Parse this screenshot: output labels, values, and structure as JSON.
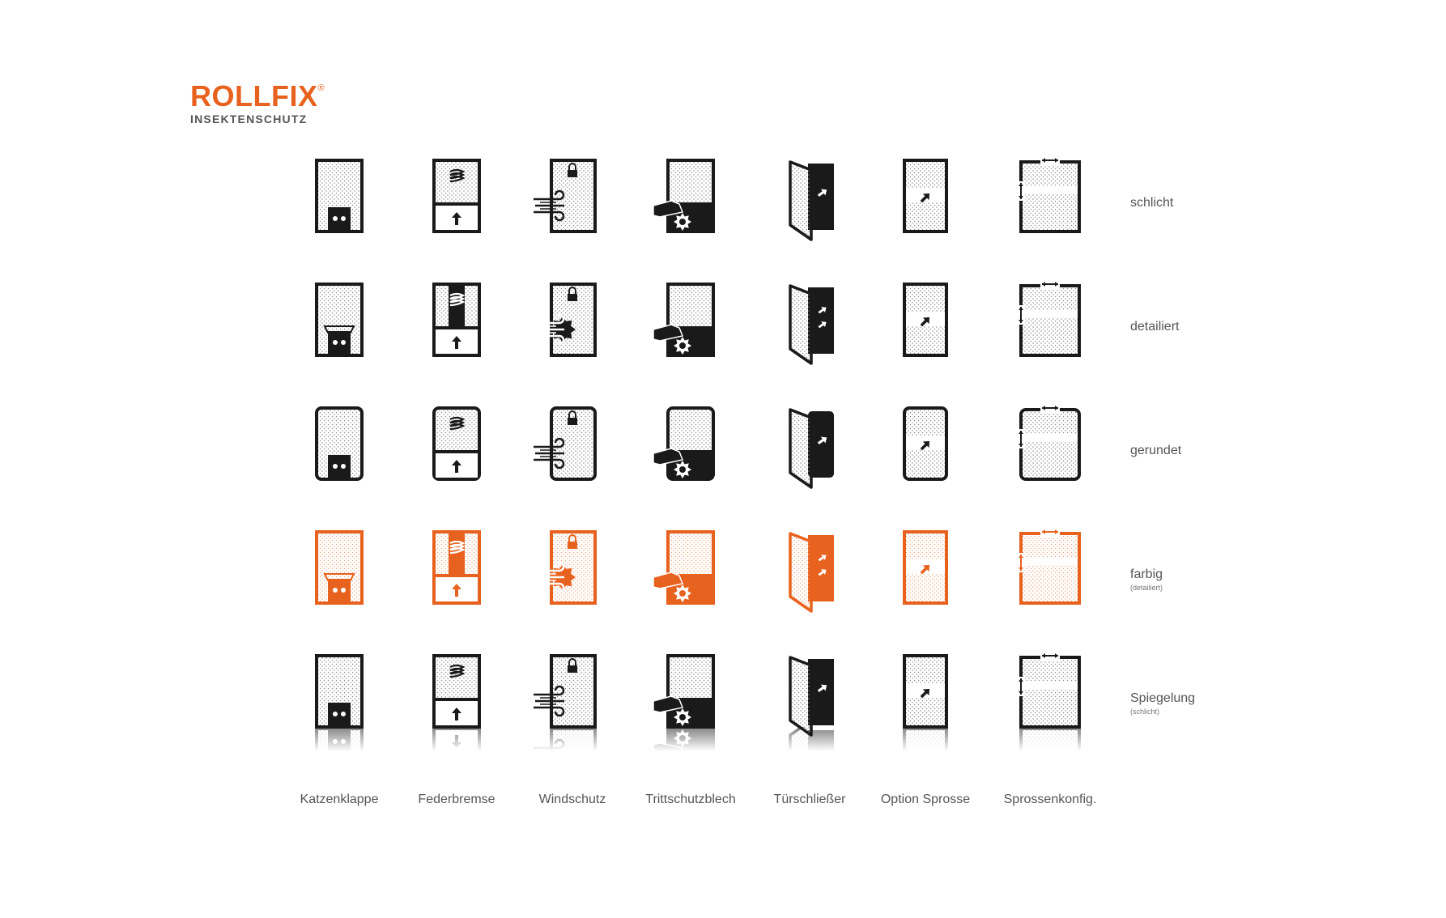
{
  "brand": {
    "name": "ROLLFIX",
    "registered": "®",
    "tagline": "INSEKTENSCHUTZ",
    "color": "#e8621f"
  },
  "columns": [
    {
      "label": "Katzenklappe",
      "icon": "cat-flap-icon"
    },
    {
      "label": "Federbremse",
      "icon": "spring-brake-icon"
    },
    {
      "label": "Windschutz",
      "icon": "wind-protection-icon"
    },
    {
      "label": "Trittschutzblech",
      "icon": "kick-plate-icon"
    },
    {
      "label": "Türschließer",
      "icon": "door-closer-icon"
    },
    {
      "label": "Option Sprosse",
      "icon": "crossbar-option-icon"
    },
    {
      "label": "Sprossenkonfig.",
      "icon": "crossbar-config-icon"
    }
  ],
  "rows": [
    {
      "label": "schlicht",
      "sub": "",
      "style": "plain"
    },
    {
      "label": "detailiert",
      "sub": "",
      "style": "detailed"
    },
    {
      "label": "gerundet",
      "sub": "",
      "style": "rounded"
    },
    {
      "label": "farbig",
      "sub": "(detailiert)",
      "style": "colored"
    },
    {
      "label": "Spiegelung",
      "sub": "(schlicht)",
      "style": "reflection"
    }
  ],
  "colors": {
    "ink": "#1a1a1a",
    "accent": "#e8621f",
    "label": "#555555"
  }
}
